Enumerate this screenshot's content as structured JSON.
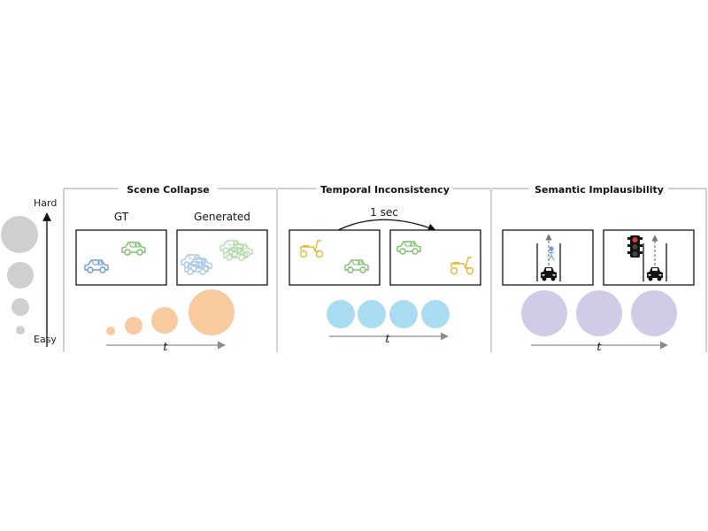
{
  "difficulty_scale": {
    "top_label": "Hard",
    "bottom_label": "Easy"
  },
  "colors": {
    "panel_border": "#b3b3b3",
    "scale_gray": "#cfcfcf",
    "orange": "#f8caa0",
    "blue": "#a9dcf0",
    "purple": "#d1cbe8",
    "car_blue": "#6b9bd6",
    "car_green": "#7cbf6e",
    "scooter_yellow": "#e8b930",
    "arrow_gray": "#8c8c8c"
  },
  "panels": {
    "scene_collapse": {
      "title": "Scene Collapse",
      "gt_label": "GT",
      "generated_label": "Generated",
      "time_symbol": "t"
    },
    "temporal_inconsistency": {
      "title": "Temporal Inconsistency",
      "interval_label": "1 sec",
      "time_symbol": "t"
    },
    "semantic_implausibility": {
      "title": "Semantic Implausibility",
      "time_symbol": "t"
    }
  }
}
